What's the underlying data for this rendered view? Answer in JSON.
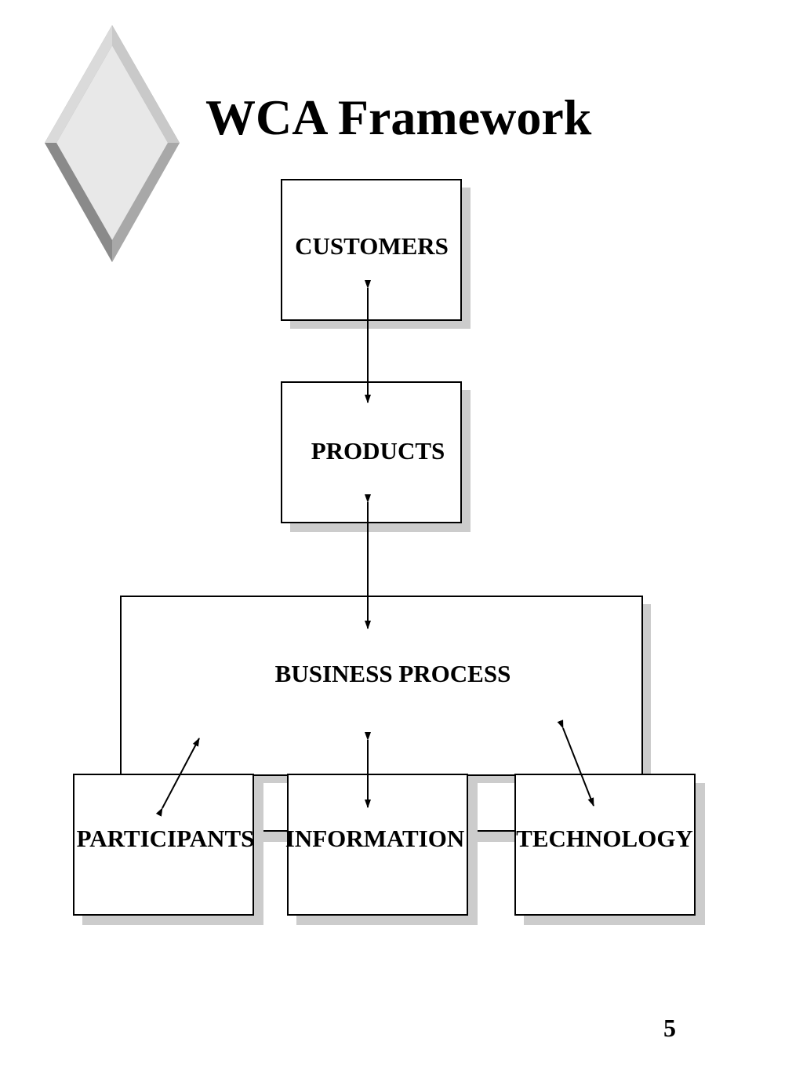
{
  "slide": {
    "title": "WCA Framework",
    "page_number": "5"
  },
  "diagram": {
    "nodes": {
      "customers": "CUSTOMERS",
      "products": "PRODUCTS",
      "business_process": "BUSINESS PROCESS",
      "participants": "PARTICIPANTS",
      "information": "INFORMATION",
      "technology": "TECHNOLOGY"
    },
    "connections": [
      {
        "from": "customers",
        "to": "products",
        "type": "bidirectional-arrow"
      },
      {
        "from": "products",
        "to": "business_process",
        "type": "bidirectional-arrow"
      },
      {
        "from": "participants",
        "to": "business_process",
        "type": "bidirectional-arrow"
      },
      {
        "from": "information",
        "to": "business_process",
        "type": "bidirectional-arrow"
      },
      {
        "from": "technology",
        "to": "business_process",
        "type": "bidirectional-arrow"
      },
      {
        "from": "participants",
        "to": "information",
        "type": "connector-bar"
      },
      {
        "from": "information",
        "to": "technology",
        "type": "connector-bar"
      }
    ]
  },
  "colors": {
    "border": "#000000",
    "shadow": "#cccccc",
    "background": "#ffffff",
    "diamond_light": "#e8e8e8",
    "diamond_dark": "#8c8c8c"
  },
  "icons": {
    "decoration": "diamond-icon"
  }
}
